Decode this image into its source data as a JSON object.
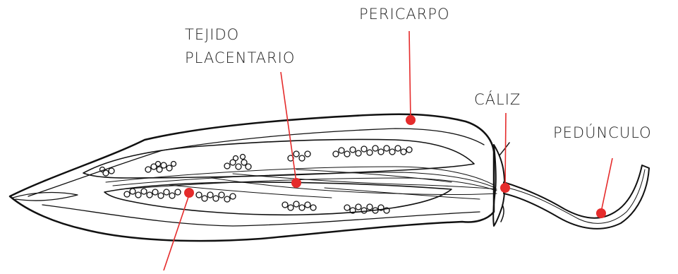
{
  "labels": {
    "pericarpo": "PERICARPO",
    "tejido_line1": "TEJIDO",
    "tejido_line2": "PLACENTARIO",
    "caliz": "CÁLIZ",
    "pedunculo": "PEDÚNCULO"
  },
  "colors": {
    "leader": "#e52b2b",
    "ink": "#111111",
    "text": "#222222"
  }
}
